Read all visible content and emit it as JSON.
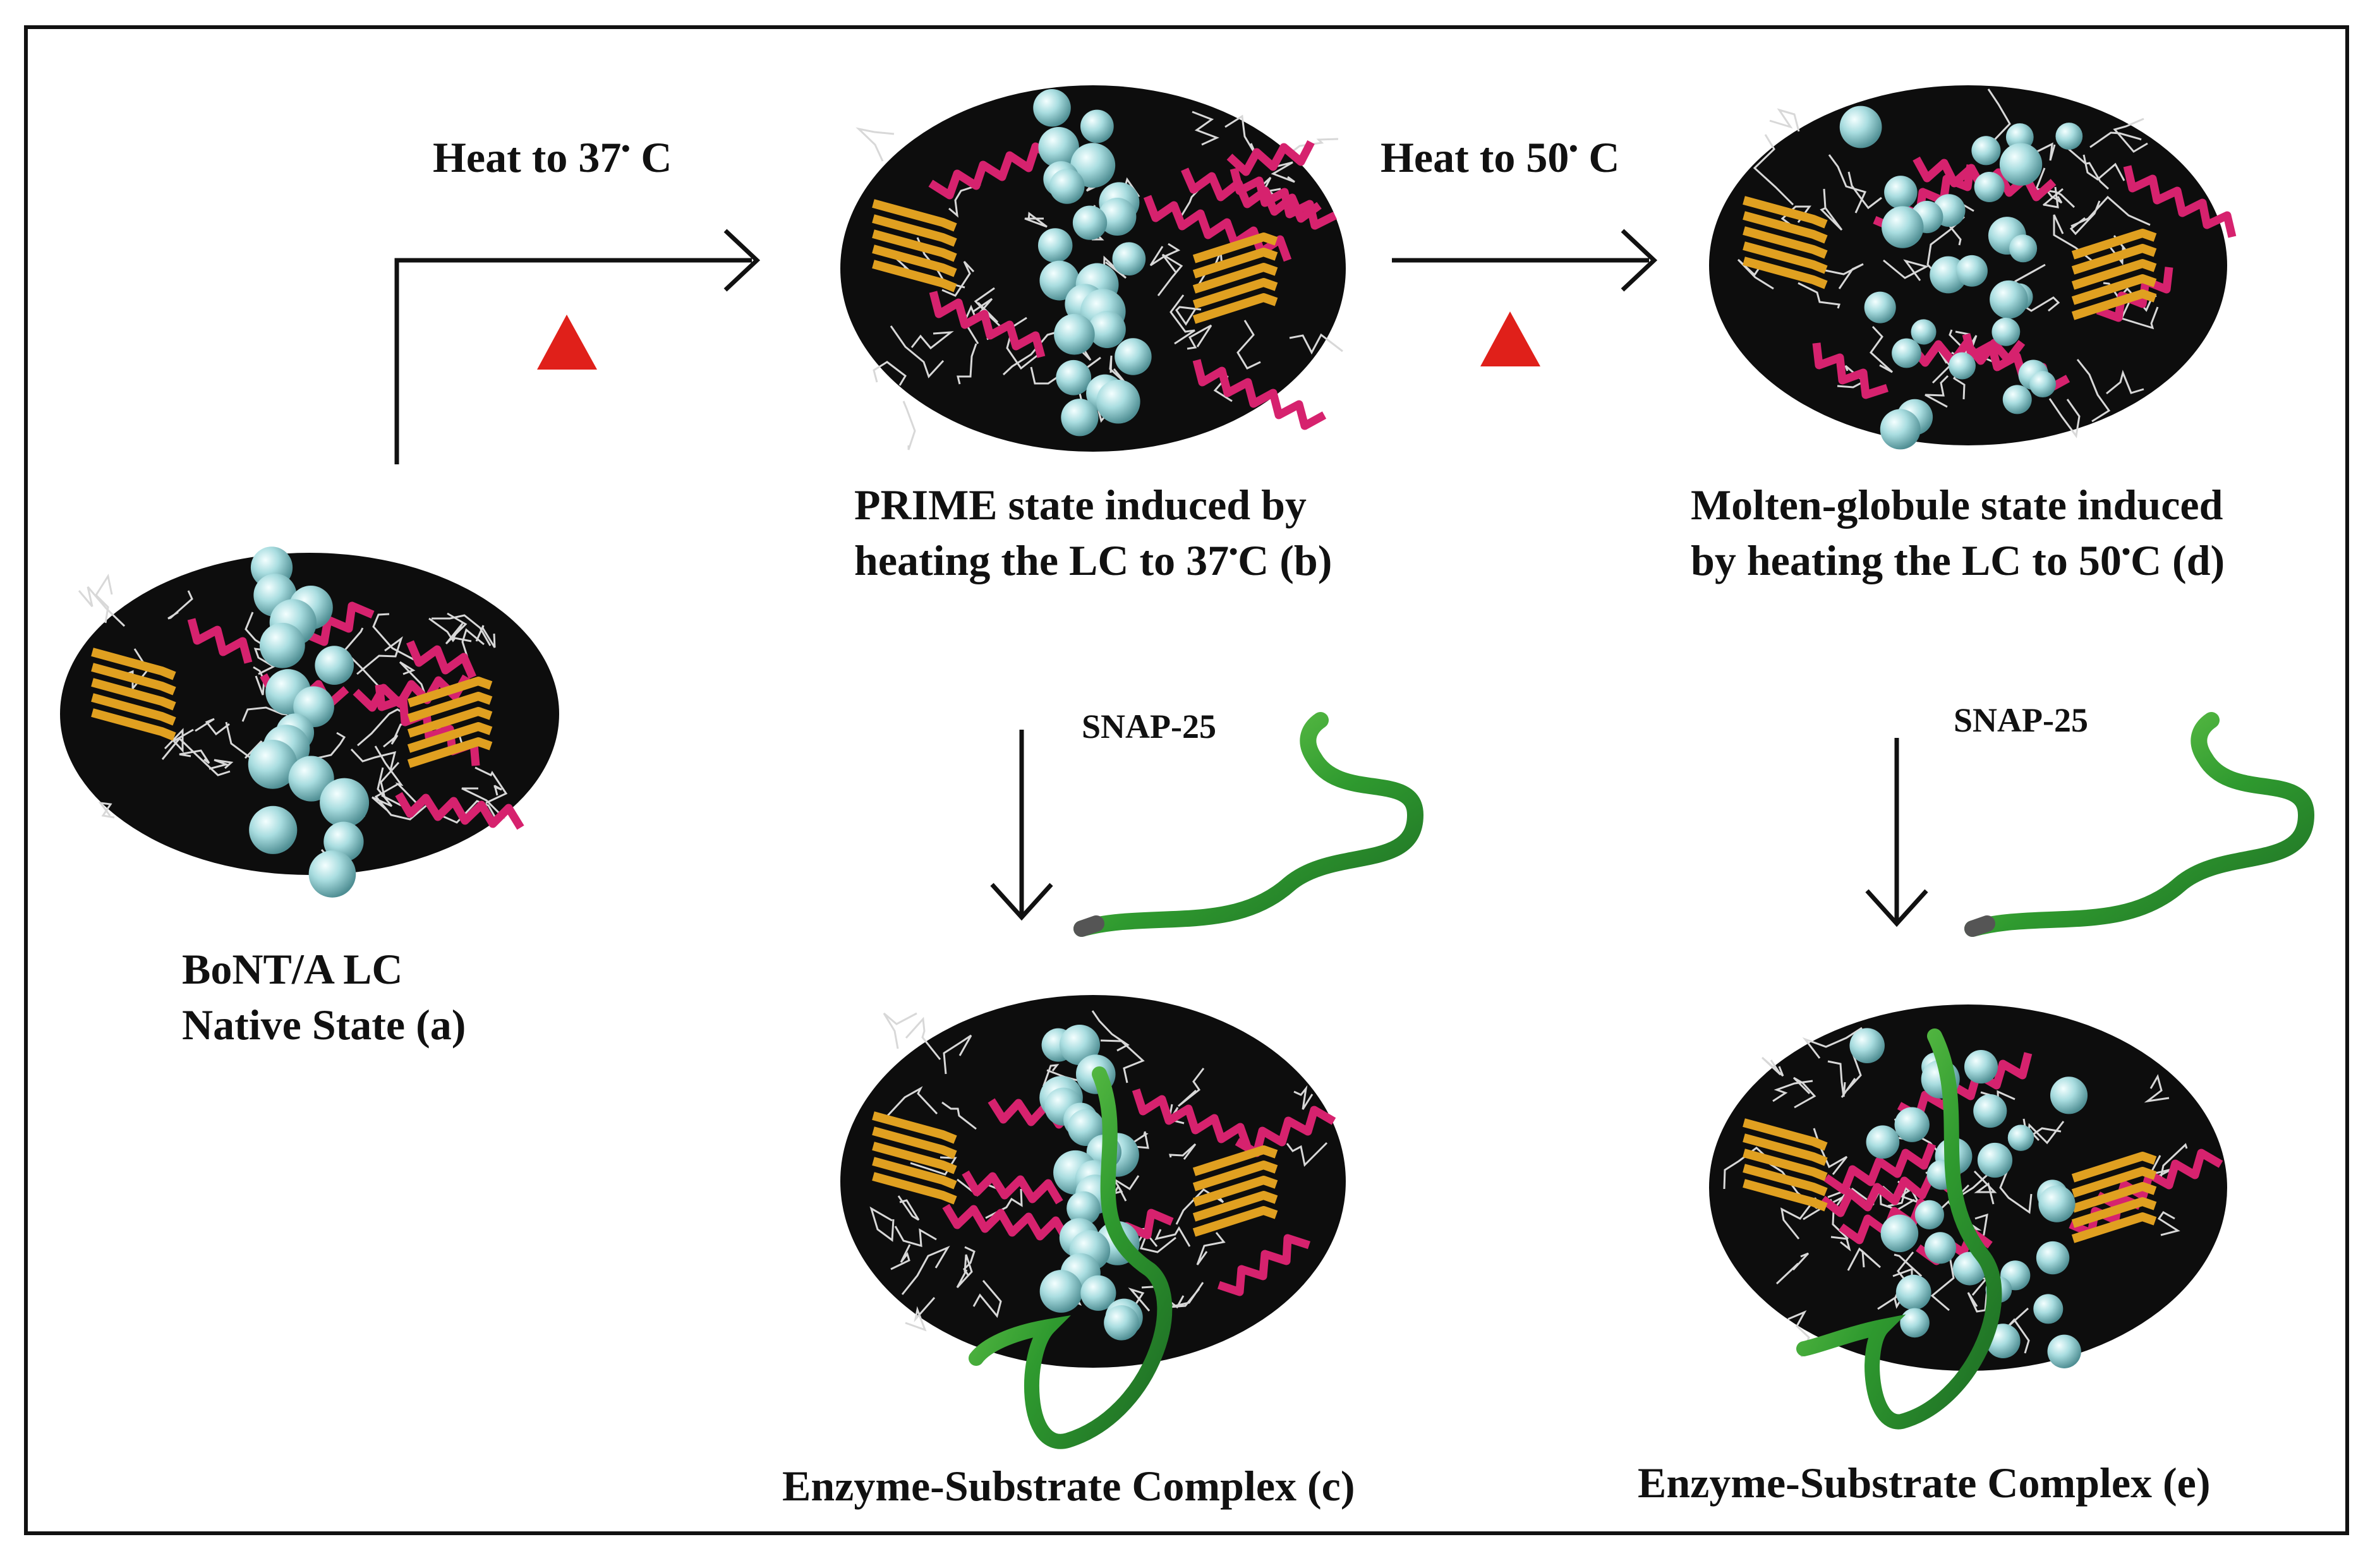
{
  "colors": {
    "background": "#ffffff",
    "frame": "#111111",
    "globule": "#0d0d0d",
    "helix": "#d6226e",
    "sheet": "#e0a020",
    "coil": "#d8d8d8",
    "sphere": "#a9dde0",
    "substrate": "#3aa83a",
    "heat_marker": "#e0201a"
  },
  "icons": {
    "heat_marker": "red-triangle-icon",
    "arrow": "arrow-icon",
    "protein": "protein-structure-icon",
    "substrate": "snap25-peptide-icon"
  },
  "labels": {
    "heat1": {
      "pre": "Heat to 37",
      "deg": "•",
      "post": " C"
    },
    "heat2": {
      "pre": "Heat to 50",
      "deg": "•",
      "post": " C"
    },
    "native": {
      "line1": "BoNT/A LC",
      "line2": "Native State (a)"
    },
    "prime": {
      "line1": "PRIME state induced by",
      "line2_pre": "heating the LC to 37",
      "deg": "•",
      "line2_post": "C (b)"
    },
    "molten": {
      "line1": "Molten-globule state induced",
      "line2_pre": "by heating the LC to 50",
      "deg": "•",
      "line2_post": "C (d)"
    },
    "snap1": "SNAP-25",
    "snap2": "SNAP-25",
    "complex_c": "Enzyme-Substrate Complex (c)",
    "complex_e": "Enzyme-Substrate Complex (e)"
  }
}
